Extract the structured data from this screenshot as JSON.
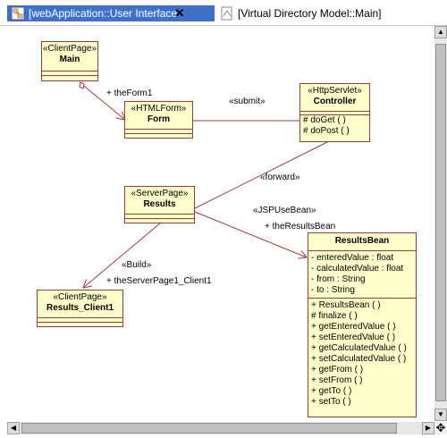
{
  "tabs": [
    {
      "label": "[webApplication::User Interface",
      "active": true
    },
    {
      "label": "[Virtual Directory Model::Main]",
      "active": false
    }
  ],
  "colors": {
    "accent": "#3d72c8",
    "node_fill": "#ffffcc",
    "node_border": "#a33a3a"
  },
  "icons": {
    "tab1": "diagram-icon",
    "tab2": "diagram-icon",
    "close": "close-icon",
    "corner": "move-cross-icon"
  },
  "diagram": {
    "main": {
      "stereotype": "«ClientPage»",
      "name": "Main"
    },
    "form": {
      "stereotype": "«HTMLForm»",
      "name": "Form"
    },
    "controller": {
      "stereotype": "«HttpServlet»",
      "name": "Controller",
      "operations": [
        "# doGet ( )",
        "# doPost ( )"
      ]
    },
    "results": {
      "stereotype": "«ServerPage»",
      "name": "Results"
    },
    "results_client": {
      "stereotype": "«ClientPage»",
      "name": "Results_Client1"
    },
    "results_bean": {
      "name": "ResultsBean",
      "attributes": [
        "- enteredValue : float",
        "- calculatedValue : float",
        "- from : String",
        "- to : String"
      ],
      "operations": [
        "+ ResultsBean ( )",
        "# finalize ( )",
        "+ getEnteredValue ( )",
        "+ setEnteredValue ( )",
        "+ getCalculatedValue ( )",
        "+ setCalculatedValue ( )",
        "+ getFrom ( )",
        "+ setFrom ( )",
        "+ getTo ( )",
        "+ setTo ( )"
      ]
    },
    "labels": {
      "the_form": "+ theForm1",
      "submit": "«submit»",
      "forward": "«forward»",
      "jsp_use_bean": "«JSPUseBean»",
      "the_results_bean": "+ theResultsBean",
      "build": "«Build»",
      "the_server_page": "+ theServerPage1_Client1"
    }
  }
}
